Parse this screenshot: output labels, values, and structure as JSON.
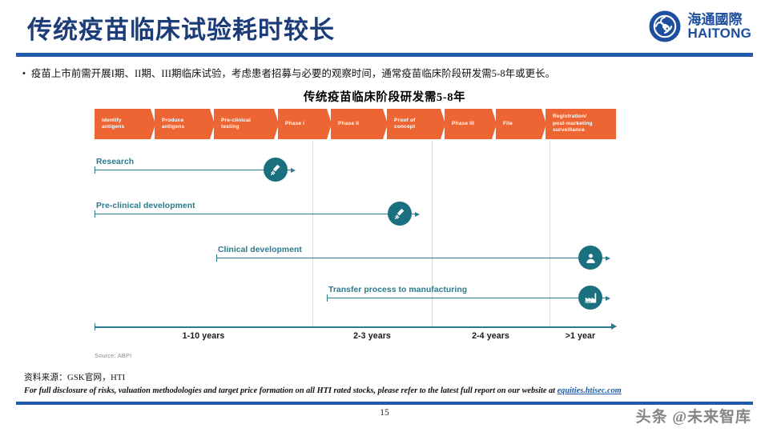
{
  "header": {
    "title": "传统疫苗临床试验耗时较长",
    "logo": {
      "icon": "haitong-logo-icon",
      "cn": "海通國際",
      "en": "HAITONG",
      "color": "#1d4f9e"
    },
    "rule_color": "#1f5ba8"
  },
  "body": {
    "bullet_marker": "•",
    "bullet_text": "疫苗上市前需开展I期、II期、III期临床试验，考虑患者招募与必要的观察时间，通常疫苗临床阶段研发需5-8年或更长。"
  },
  "chart_data": {
    "type": "table",
    "title": "传统疫苗临床阶段研发需5-8年",
    "source": "Source: ABPI",
    "accent_orange": "#ec6533",
    "accent_teal": "#1b7080",
    "stages": [
      {
        "label": "Identify\nantigens",
        "line1": "Identify",
        "line2": "antigens"
      },
      {
        "label": "Produce\nantigens",
        "line1": "Produce",
        "line2": "antigens"
      },
      {
        "label": "Pre-clinical\ntesting",
        "line1": "Pre-clinical",
        "line2": "testing"
      },
      {
        "label": "Phase I",
        "line1": "Phase I",
        "line2": ""
      },
      {
        "label": "Phase II",
        "line1": "Phase II",
        "line2": ""
      },
      {
        "label": "Proof of\nconcept",
        "line1": "Proof of",
        "line2": "concept"
      },
      {
        "label": "Phase III",
        "line1": "Phase III",
        "line2": ""
      },
      {
        "label": "File",
        "line1": "File",
        "line2": ""
      },
      {
        "label": "Registration/\npost-marketing\nsurveillance",
        "line1": "Registration/",
        "line2": "post-marketing",
        "line3": "surveillance"
      }
    ],
    "tasks": [
      {
        "name": "Research",
        "icon": "syringe-icon"
      },
      {
        "name": "Pre-clinical development",
        "icon": "syringe-icon"
      },
      {
        "name": "Clinical development",
        "icon": "person-icon"
      },
      {
        "name": "Transfer process to manufacturing",
        "icon": "factory-icon"
      }
    ],
    "timeline_labels": [
      "1-10 years",
      "2-3 years",
      "2-4 years",
      ">1 year"
    ],
    "xlabel": "",
    "ylabel": "",
    "grid": true,
    "legend": "none"
  },
  "footer": {
    "source_note": "资料来源：GSK官网，HTI",
    "disclaimer_prefix": "For full disclosure of risks, valuation methodologies and target price formation on all HTI rated stocks, please refer to the latest full report on our website at ",
    "disclaimer_link": "equities.htisec.com",
    "page_number": "15",
    "watermark": "头条 @未来智库"
  }
}
